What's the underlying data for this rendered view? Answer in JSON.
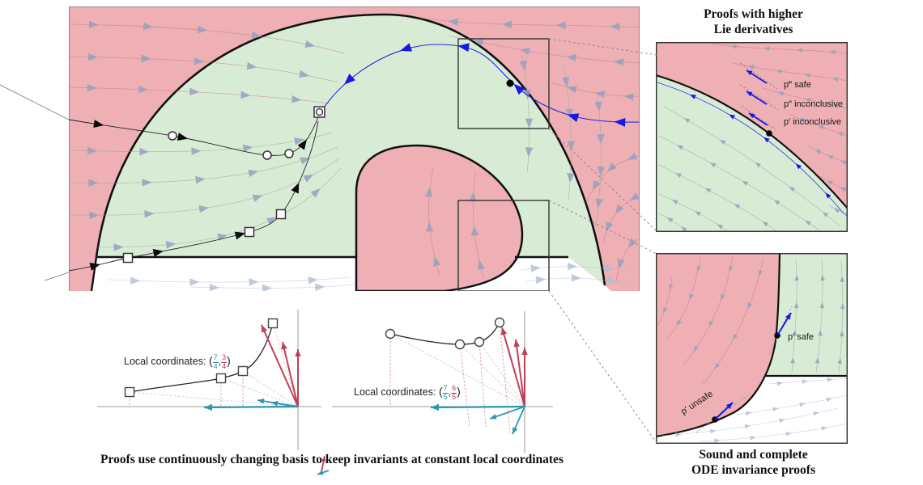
{
  "insets": {
    "top": {
      "title_line1": "Proofs with higher",
      "title_line2": "Lie derivatives",
      "label_safe": "p‴ safe",
      "label_inconclusive2": "p″ inconclusive",
      "label_inconclusive1": "p′ inconclusive"
    },
    "bottom": {
      "caption_line1": "Sound and complete",
      "caption_line2": "ODE invariance proofs",
      "label_safe": "p′ safe",
      "label_unsafe": "p′ unsafe"
    }
  },
  "plots": {
    "left": {
      "label": "Local coordinates: ",
      "x_numerator": "7",
      "x_denominator": "4",
      "y_numerator": "3",
      "y_denominator": "4"
    },
    "right": {
      "label": "Local coordinates: ",
      "x_numerator": "7",
      "x_denominator": "5",
      "y_numerator": "6",
      "y_denominator": "5"
    }
  },
  "footer": {
    "text_before_icon": "Proofs use continuously changing basis",
    "text_after_icon": "to keep invariants at constant local coordinates"
  },
  "colors": {
    "unsafe_red": "#eeb0b4",
    "safe_green": "#d8ecd5",
    "flow_arrow_gray": "#9ea8c2",
    "trajectory_blue": "#1717e6",
    "basis_red": "#c23e56",
    "basis_teal": "#2d96b5"
  }
}
